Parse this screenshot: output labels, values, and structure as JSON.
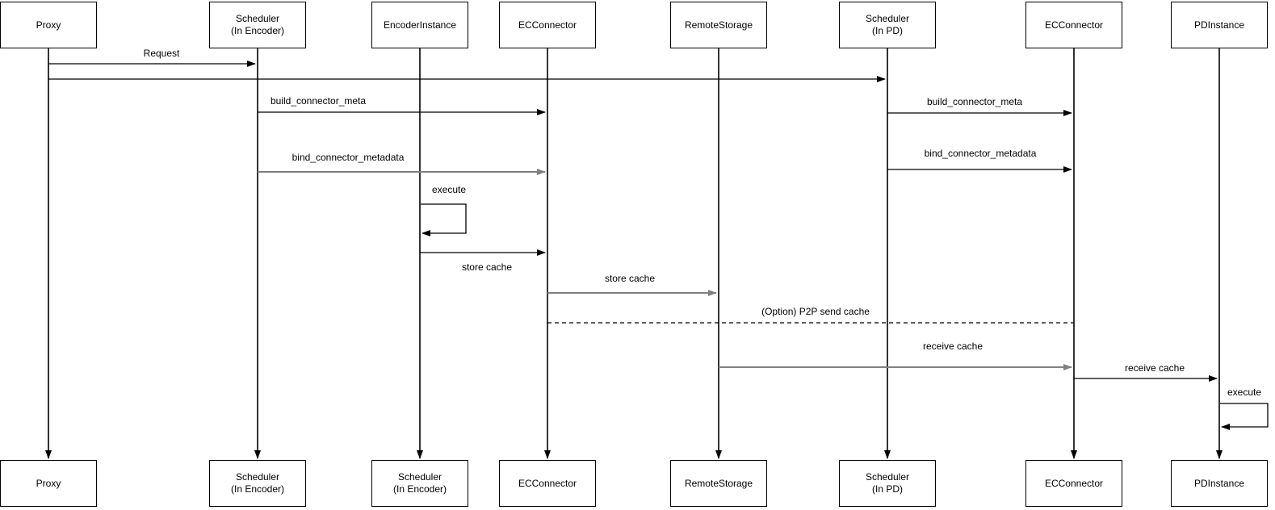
{
  "diagram": {
    "type": "sequence-diagram",
    "colors": {
      "background": "#ffffff",
      "line": "#000000",
      "muted_line": "#808080",
      "text": "#000000",
      "box_border": "#000000",
      "box_fill": "#ffffff"
    },
    "actors_top": [
      {
        "label": "Proxy"
      },
      {
        "label": "Scheduler\n(In Encoder)"
      },
      {
        "label": "EncoderInstance"
      },
      {
        "label": "ECConnector"
      },
      {
        "label": "RemoteStorage"
      },
      {
        "label": "Scheduler\n(In PD)"
      },
      {
        "label": "ECConnector"
      },
      {
        "label": "PDInstance"
      }
    ],
    "actors_bottom": [
      {
        "label": "Proxy"
      },
      {
        "label": "Scheduler\n(In Encoder)"
      },
      {
        "label": "Scheduler\n(In Encoder)"
      },
      {
        "label": "ECConnector"
      },
      {
        "label": "RemoteStorage"
      },
      {
        "label": "Scheduler\n(In PD)"
      },
      {
        "label": "ECConnector"
      },
      {
        "label": "PDInstance"
      }
    ],
    "messages": [
      {
        "label": "Request",
        "from": "Proxy",
        "to": "Scheduler (In Encoder)",
        "style": "solid-black"
      },
      {
        "label": "",
        "from": "Proxy",
        "to": "Scheduler (In PD)",
        "style": "solid-black"
      },
      {
        "label": "build_connector_meta",
        "from": "Scheduler (In Encoder)",
        "to": "ECConnector",
        "style": "solid-black"
      },
      {
        "label": "build_connector_meta",
        "from": "Scheduler (In PD)",
        "to": "ECConnector (right)",
        "style": "solid-black"
      },
      {
        "label": "bind_connector_metadata",
        "from": "Scheduler (In Encoder)",
        "to": "ECConnector",
        "style": "solid-gray"
      },
      {
        "label": "bind_connector_metadata",
        "from": "Scheduler (In PD)",
        "to": "ECConnector (right)",
        "style": "solid-black"
      },
      {
        "label": "execute",
        "from": "EncoderInstance",
        "to": "EncoderInstance",
        "style": "self-loop"
      },
      {
        "label": "store cache",
        "from": "EncoderInstance",
        "to": "ECConnector",
        "style": "solid-black"
      },
      {
        "label": "store cache",
        "from": "ECConnector",
        "to": "RemoteStorage",
        "style": "solid-gray"
      },
      {
        "label": "(Option) P2P send cache",
        "from": "ECConnector",
        "to": "ECConnector (right)",
        "style": "dashed-no-arrow"
      },
      {
        "label": "receive cache",
        "from": "RemoteStorage",
        "to": "ECConnector (right)",
        "style": "solid-gray"
      },
      {
        "label": "receive cache",
        "from": "ECConnector (right)",
        "to": "PDInstance",
        "style": "solid-black"
      },
      {
        "label": "execute",
        "from": "PDInstance",
        "to": "PDInstance",
        "style": "self-loop"
      }
    ]
  }
}
